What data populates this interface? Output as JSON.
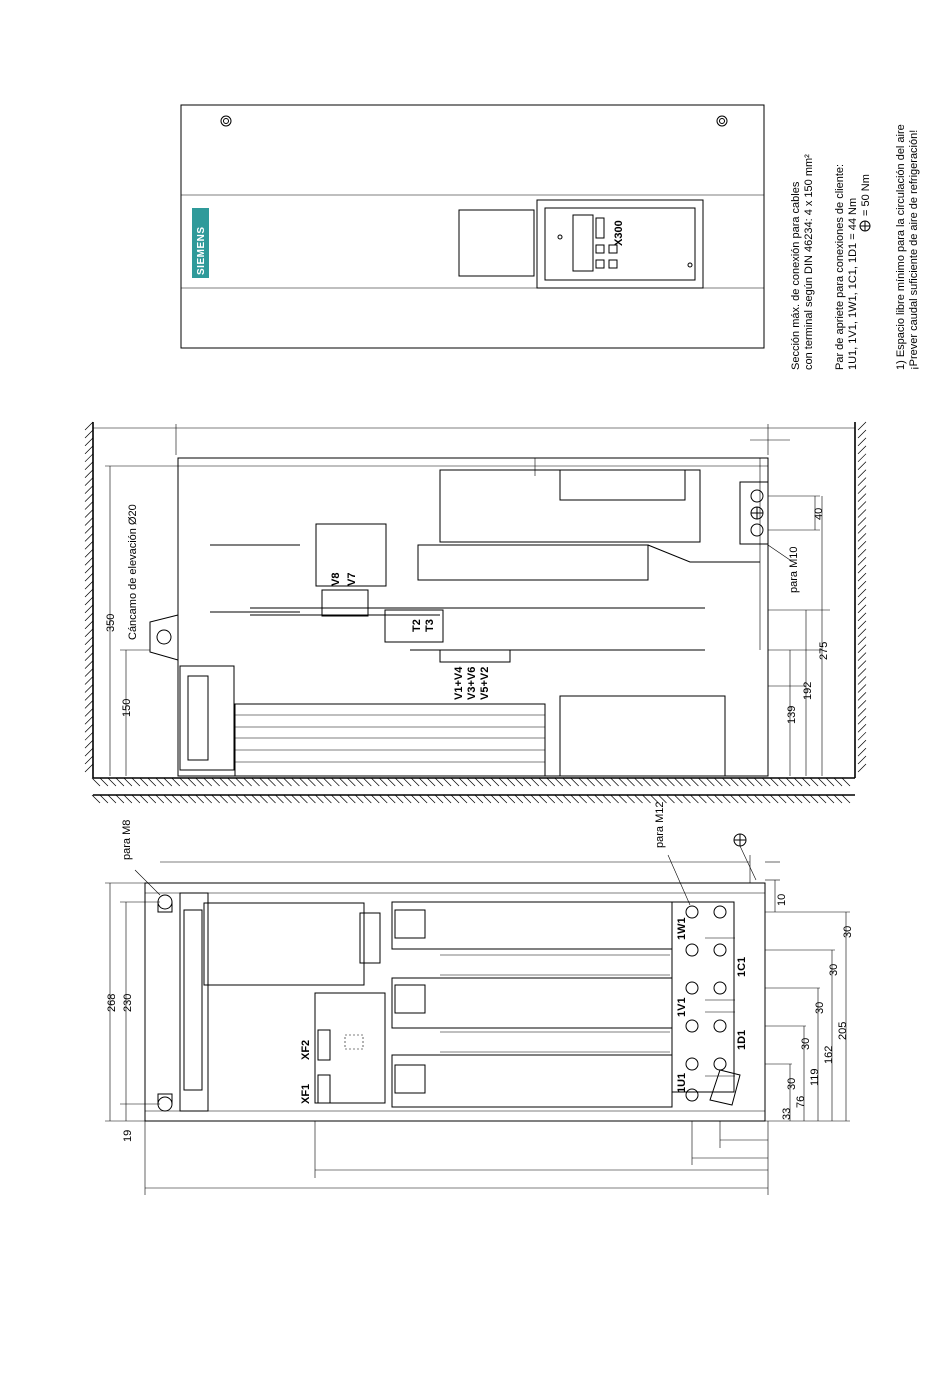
{
  "brand": {
    "name": "SIEMENS",
    "color": "#2f9a9a"
  },
  "notes": {
    "cable_1": "Sección máx. de conexión para cables",
    "cable_2": "con terminal según DIN 46234: 4 x 150 mm²",
    "torque_1": "Par de apriete para conexiones de cliente:",
    "torque_2": "1U1, 1V1, 1W1, 1C1, 1D1 = 44 Nm",
    "torque_3": "= 50 Nm",
    "foot_1": "1) Espacio libre mínimo para la circulación del aire",
    "foot_2": "¡Prever caudal suficiente de aire de refrigeración!"
  },
  "front_view": {
    "connector": "X300"
  },
  "side_view": {
    "lifting_eye": "Cáncamo de elevación Ø20",
    "para_m10": "para M10",
    "thyristors": [
      "V8",
      "V7"
    ],
    "transformers": [
      "T2",
      "T3"
    ],
    "modules": [
      "V1+V4",
      "V3+V6",
      "V5+V2"
    ],
    "dims": [
      "350",
      "150",
      "40",
      "275",
      "192",
      "139"
    ]
  },
  "top_view": {
    "para_m8": "para M8",
    "para_m12": "para M12",
    "fuses": [
      "XF2",
      "XF1"
    ],
    "terminals": [
      "1W1",
      "1C1",
      "1V1",
      "1D1",
      "1U1"
    ],
    "dims_left": [
      "268",
      "230",
      "19"
    ],
    "dims_right": [
      "10",
      "30",
      "30",
      "30",
      "30",
      "30",
      "33",
      "76",
      "119",
      "162",
      "205"
    ]
  }
}
